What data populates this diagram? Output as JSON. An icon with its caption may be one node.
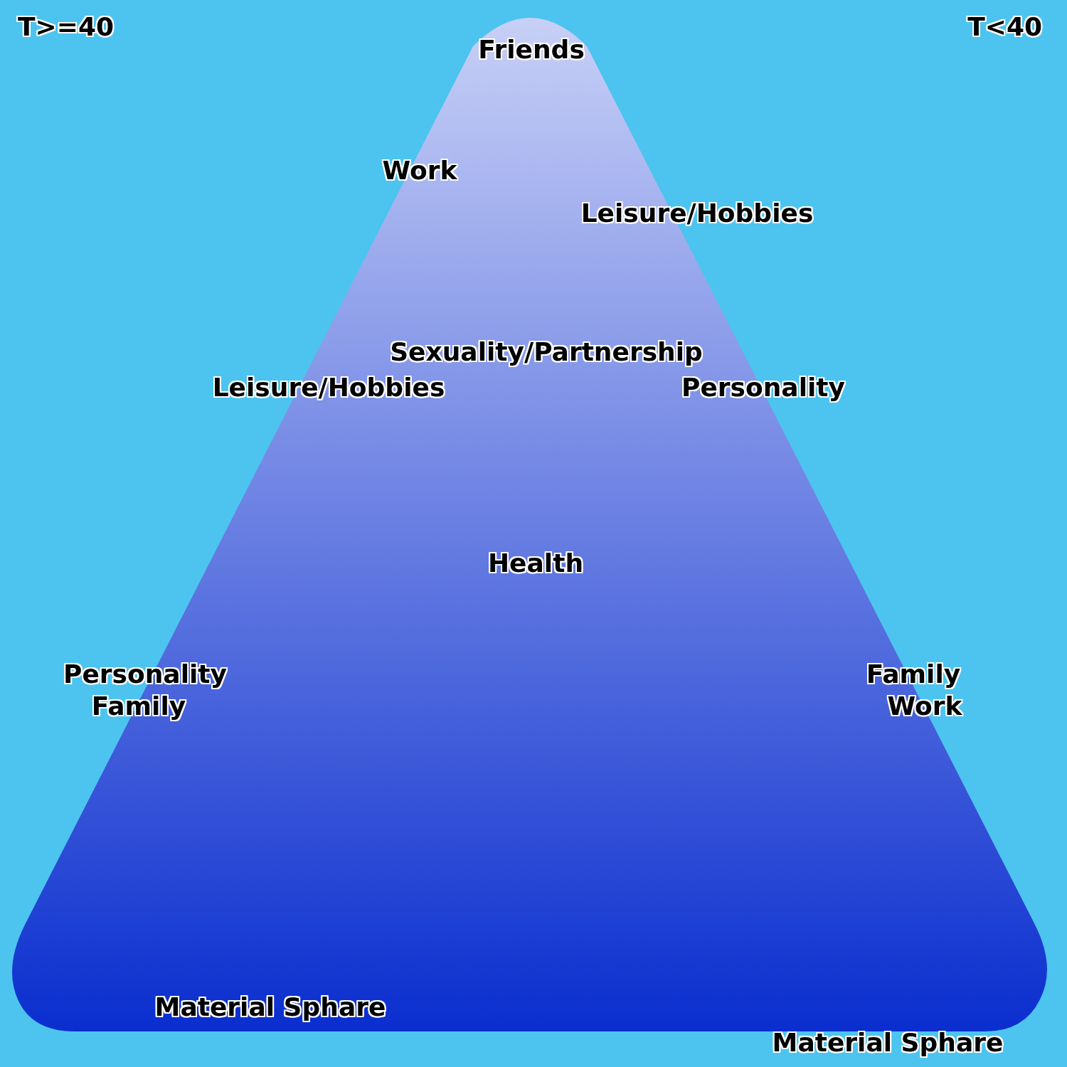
{
  "diagram": {
    "labels": [
      "T>=40",
      "T<40",
      "Friends",
      "Work",
      "Leisure/Hobbies",
      "Sexuality/Partnership",
      "Leisure/Hobbies",
      "Personality",
      "Health",
      "Personality",
      "Family",
      "Family",
      "Work",
      "Material Sphare",
      "Material Sphare"
    ]
  }
}
